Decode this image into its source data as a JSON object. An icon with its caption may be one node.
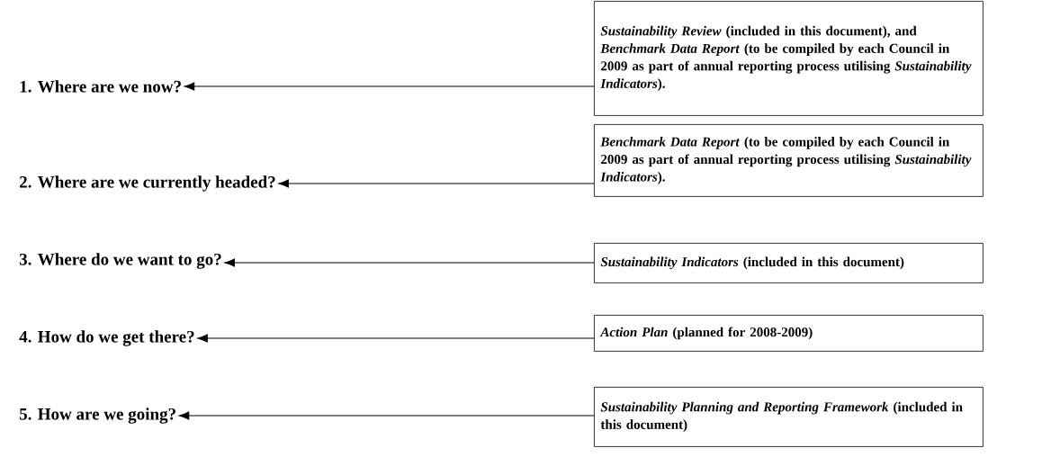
{
  "diagram": {
    "nodes": [
      {
        "text": [
          "1. Where are we now?"
        ]
      },
      {
        "text": [
          "*Sustainability Review* (included in this document), and *Benchmark Data Report* (to be compiled by each Council in 2009 as part of annual reporting process utilising *Sustainability Indicators*)."
        ]
      },
      {
        "text": [
          "2. Where are we currently headed?"
        ]
      },
      {
        "text": [
          "*Benchmark Data Report* (to be compiled by each Council in 2009 as part of annual reporting process utilising *Sustainability Indicators*)."
        ]
      },
      {
        "text": [
          "3. Where do we want to go?"
        ]
      },
      {
        "text": [
          "*Sustainability Indicators* (included in this document)"
        ]
      },
      {
        "text": [
          "4. How do we get there?"
        ]
      },
      {
        "text": [
          "*Action Plan* (planned for 2008-2009)"
        ]
      },
      {
        "text": [
          "5. How are we going?"
        ]
      },
      {
        "text": [
          "*Sustainability Planning and Reporting Framework* (included in this document)"
        ]
      }
    ],
    "edges": [
      {
        "from": 1,
        "to": 0,
        "arrow": "to"
      },
      {
        "from": 3,
        "to": 2,
        "arrow": "to"
      },
      {
        "from": 5,
        "to": 4,
        "arrow": "to"
      },
      {
        "from": 7,
        "to": 6,
        "arrow": "to"
      },
      {
        "from": 9,
        "to": 8,
        "arrow": "to"
      }
    ]
  }
}
